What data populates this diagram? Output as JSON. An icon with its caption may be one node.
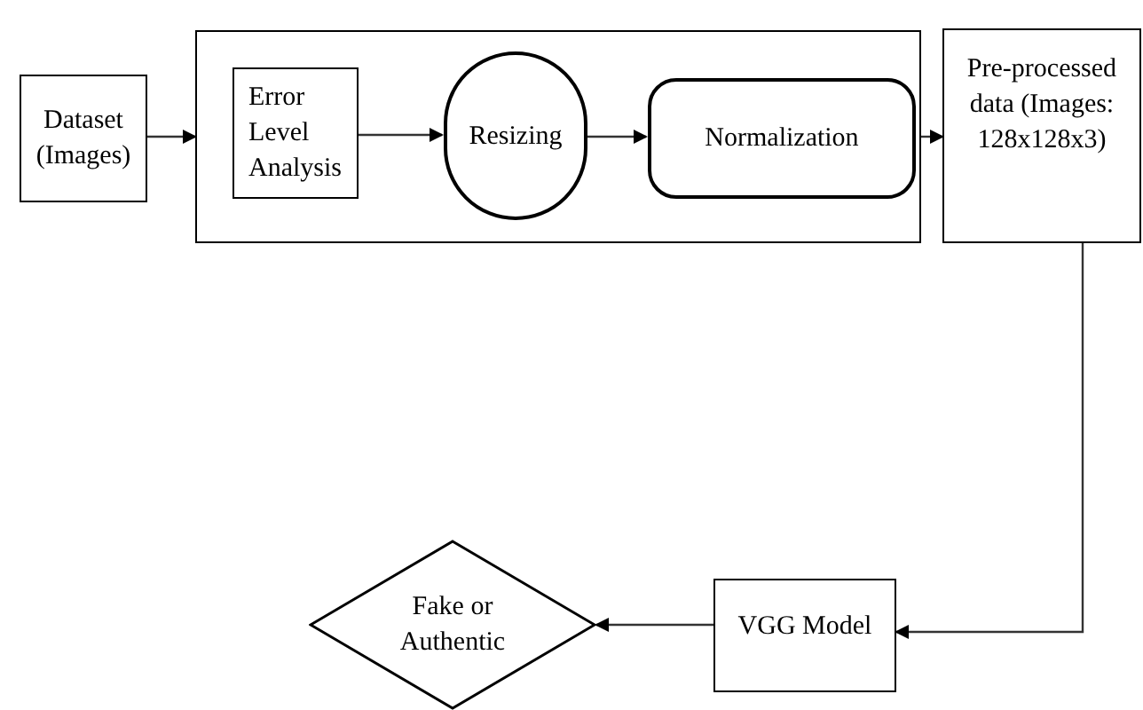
{
  "diagram": {
    "nodes": [
      {
        "text": [
          "Dataset (Images)"
        ]
      },
      {
        "text": [],
        "shape": "box"
      },
      {
        "text": [
          "Error Level Analysis"
        ],
        "in": 1
      },
      {
        "text": [
          "Resizing"
        ],
        "in": 1
      },
      {
        "text": [
          "Normalization"
        ],
        "in": 1
      },
      {
        "text": [
          "Pre-processed data (Images: 128x128x3)"
        ]
      },
      {
        "text": [
          "VGG Model"
        ]
      },
      {
        "text": [
          "Fake or Authentic"
        ]
      }
    ],
    "edges": [
      {
        "from": 0,
        "to": 1,
        "arrow": "to"
      },
      {
        "from": 2,
        "to": 3,
        "arrow": "to"
      },
      {
        "from": 3,
        "to": 4,
        "arrow": "to"
      },
      {
        "from": 1,
        "to": 5,
        "arrow": "to"
      },
      {
        "from": 5,
        "to": 6,
        "arrow": "to"
      },
      {
        "from": 6,
        "to": 7,
        "arrow": "to"
      }
    ]
  }
}
